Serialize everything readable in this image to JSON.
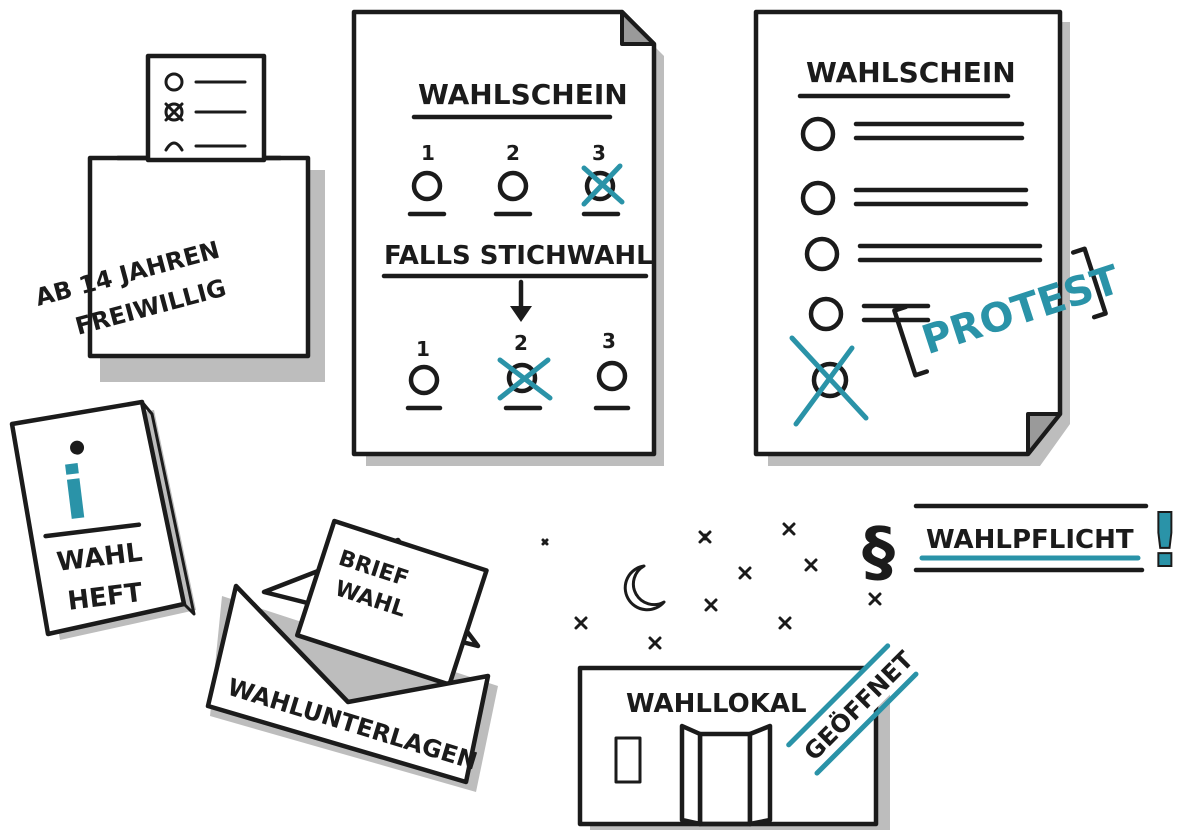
{
  "ballot_box": {
    "age_line": "AB 14 JAHREN",
    "status": "FREIWILLIG"
  },
  "runoff_ballot": {
    "title": "WAHLSCHEIN",
    "numbers_top": [
      "1",
      "2",
      "3"
    ],
    "runoff_label": "FALLS STICHWAHL",
    "numbers_bottom": [
      "1",
      "2",
      "3"
    ]
  },
  "protest_ballot": {
    "title": "WAHLSCHEIN",
    "stamp": "PROTEST"
  },
  "info_booklet": {
    "icon_letter": "i",
    "line1": "WAHL",
    "line2": "HEFT"
  },
  "postal_vote": {
    "card_line1": "BRIEF",
    "card_line2": "WAHL",
    "envelope_label": "WAHLUNTERLAGEN"
  },
  "polling_station": {
    "sign": "WAHLLOKAL",
    "banner": "GEÖFFNET"
  },
  "compulsory_vote": {
    "section_symbol": "§",
    "label": "WAHLPFLICHT",
    "exclamation": "!"
  },
  "colors": {
    "ink": "#1b1b1b",
    "accent": "#2a93a8",
    "shadow": "#bdbdbd"
  }
}
